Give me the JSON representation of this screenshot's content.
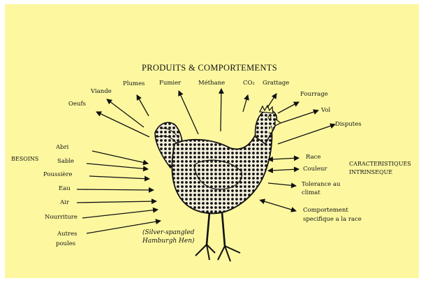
{
  "title": "PRODUITS & COMPORTEMENTS",
  "products": {
    "oeufs": "Oeufs",
    "viande": "Viande",
    "plumes": "Plumes",
    "fumier": "Fumier",
    "methane": "Méthane",
    "co2": "CO₂",
    "grattage": "Grattage",
    "fourrage": "Fourrage",
    "vol": "Vol",
    "disputes": "Disputes"
  },
  "needs": {
    "heading": "BESOINS",
    "abri": "Abri",
    "sable": "Sable",
    "poussiere": "Poussière",
    "eau": "Eau",
    "air": "Air",
    "nourriture": "Nourriture",
    "autres_1": "Autres",
    "autres_2": "poules"
  },
  "traits": {
    "heading_1": "CARACTERISTIQUES",
    "heading_2": "INTRINSEQUE",
    "race": "Race",
    "couleur": "Couleur",
    "tolerance_1": "Tolerance au",
    "tolerance_2": "climat",
    "comportement_1": "Comportement",
    "comportement_2": "specifique a la race"
  },
  "caption": {
    "line1": "(Silver-spangled",
    "line2": "Hamburgh Hen)"
  },
  "colors": {
    "background": "#fdf8a0",
    "ink": "#111111"
  }
}
